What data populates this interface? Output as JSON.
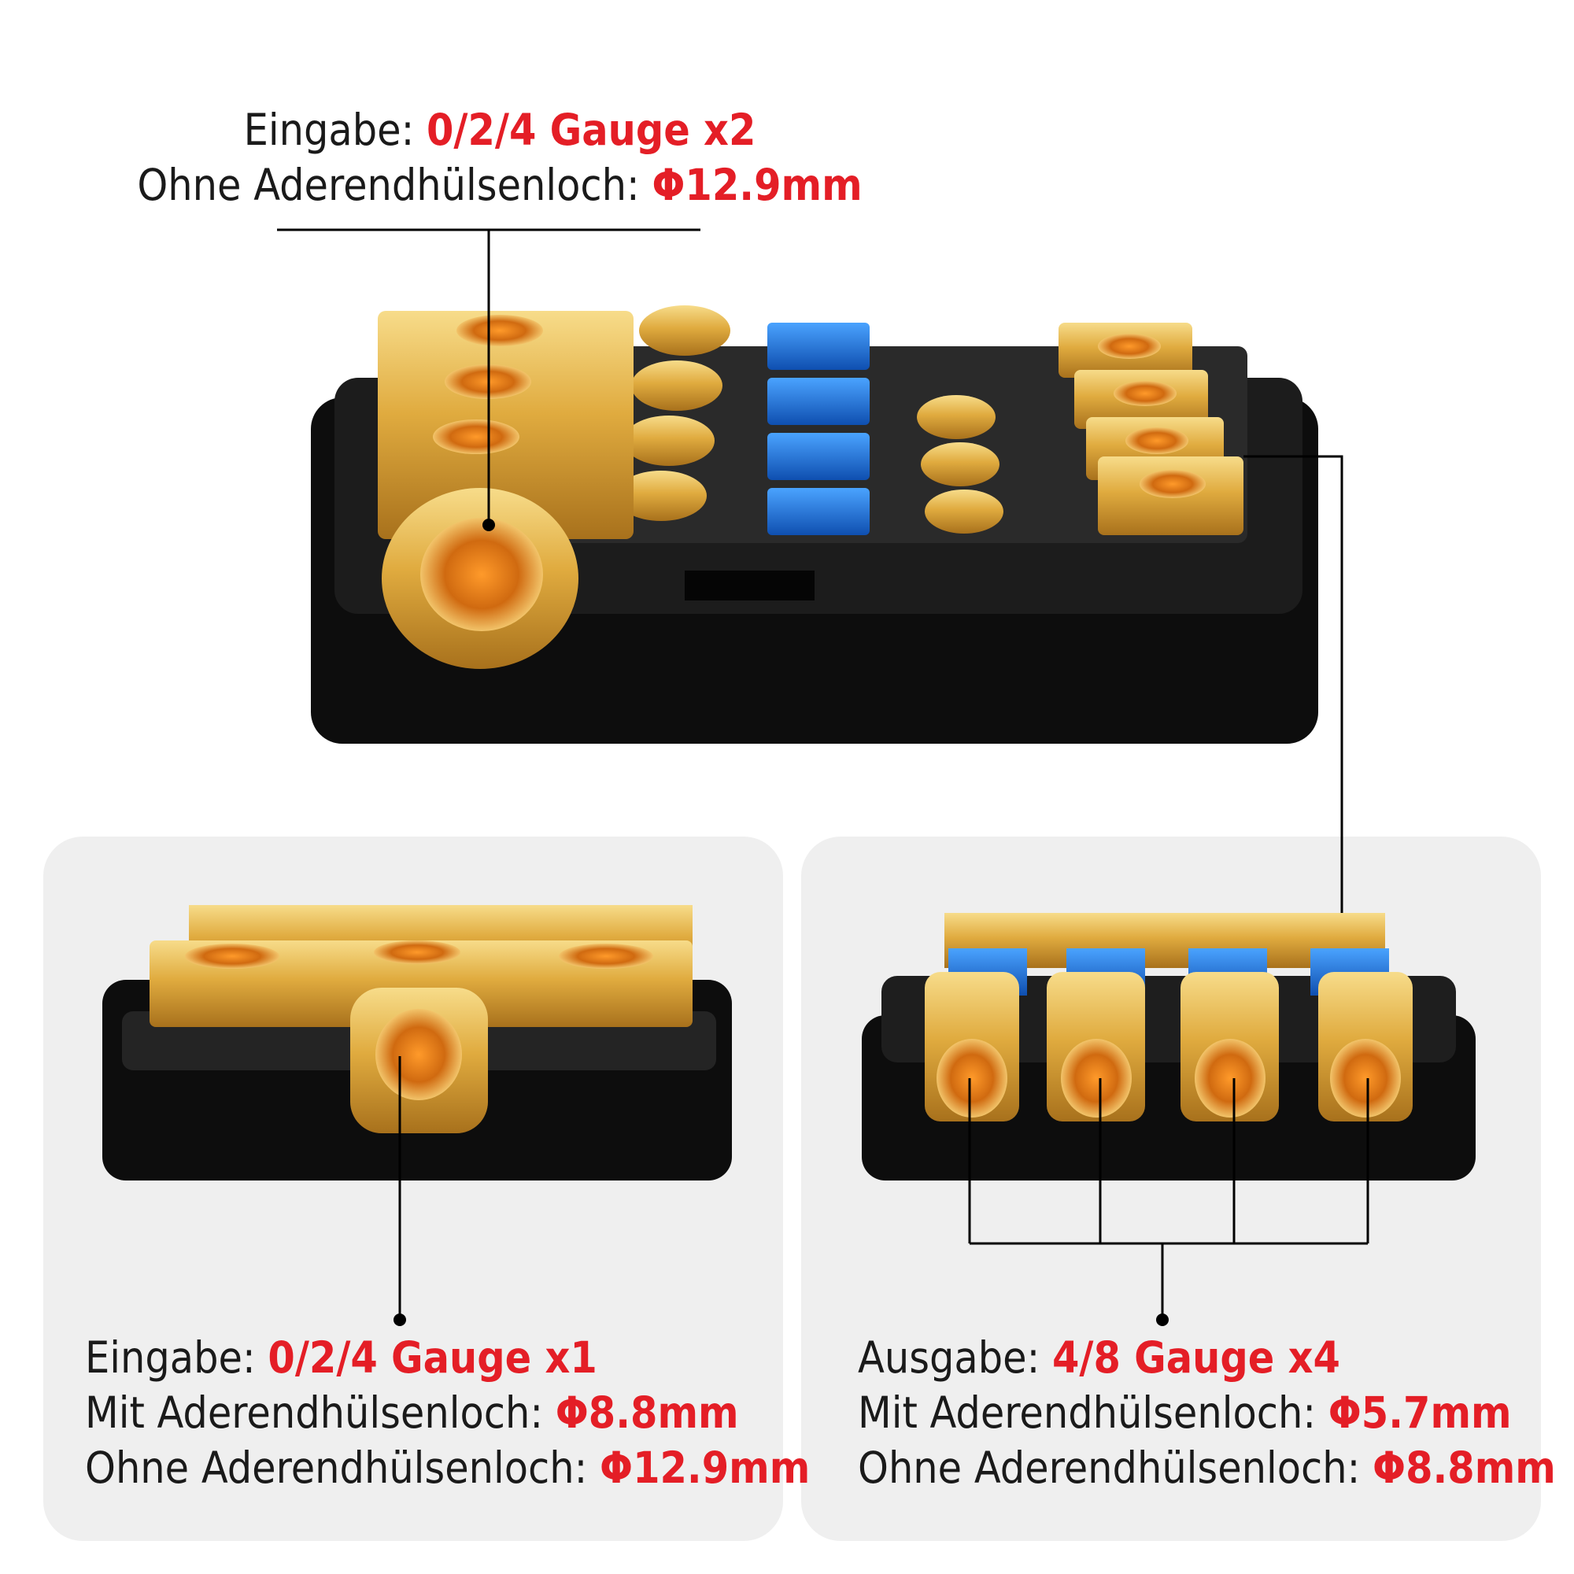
{
  "colors": {
    "accent_red": "#e41e26",
    "text_dark": "#1a1a1a",
    "panel_bg": "#efefef",
    "gold": "#d9a53c",
    "fuse_blue": "#1f6fd0",
    "housing_black": "#111111"
  },
  "top": {
    "line1_label": "Eingabe: ",
    "line1_value": "0/2/4 Gauge x2",
    "line2_label": "Ohne Aderendhülsenloch: ",
    "line2_value": "Φ12.9mm"
  },
  "left": {
    "line1_label": "Eingabe: ",
    "line1_value": "0/2/4 Gauge x1",
    "line2_label": "Mit Aderendhülsenloch: ",
    "line2_value": "Φ8.8mm",
    "line3_label": "Ohne Aderendhülsenloch: ",
    "line3_value": "Φ12.9mm"
  },
  "right": {
    "line1_label": "Ausgabe: ",
    "line1_value": "4/8 Gauge x4",
    "line2_label": "Mit Aderendhülsenloch: ",
    "line2_value": "Φ5.7mm",
    "line3_label": "Ohne Aderendhülsenloch: ",
    "line3_value": "Φ8.8mm"
  }
}
